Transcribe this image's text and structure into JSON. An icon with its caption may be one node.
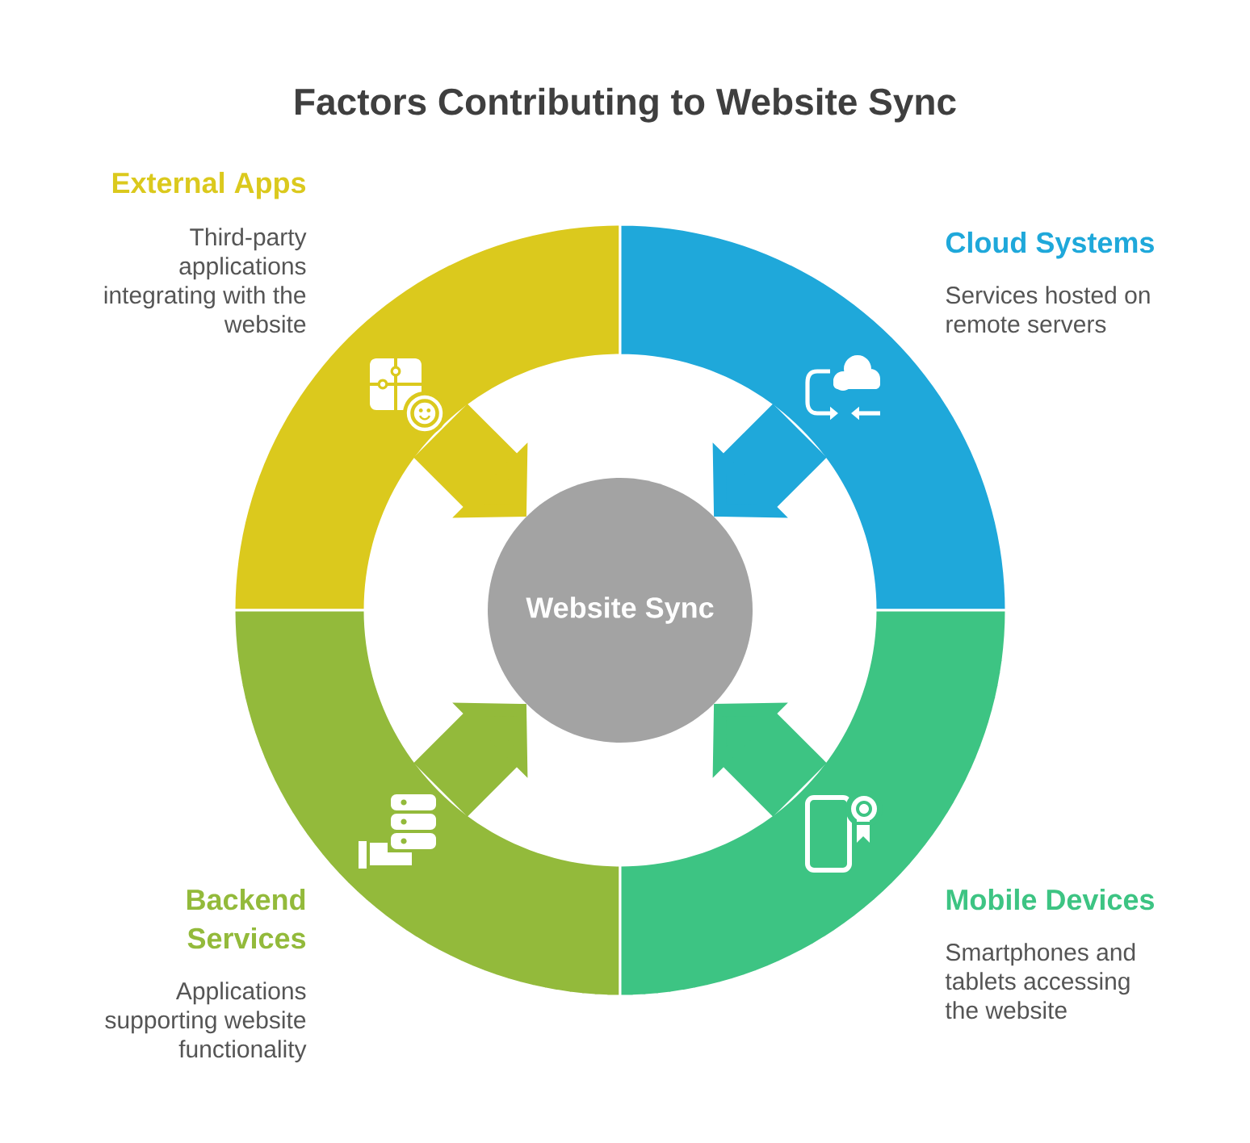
{
  "diagram": {
    "title": "Factors Contributing to Website Sync",
    "nodes": [
      {
        "text": [
          "External Apps",
          "Third-party applications integrating with the website"
        ]
      },
      {
        "text": [
          "Cloud Systems",
          "Services hosted on remote servers"
        ]
      },
      {
        "text": [
          "Website Sync"
        ]
      },
      {
        "text": [
          "Backend Services",
          "Applications supporting website functionality"
        ]
      },
      {
        "text": [
          "Mobile Devices",
          "Smartphones and tablets accessing the website"
        ]
      }
    ],
    "edges": [
      {
        "from": 0,
        "to": 2,
        "arrow": "to",
        "color": "#dbc91d"
      },
      {
        "from": 1,
        "to": 2,
        "arrow": "to",
        "color": "#1fa8da"
      },
      {
        "from": 3,
        "to": 2,
        "arrow": "to",
        "color": "#93ba3b"
      },
      {
        "from": 4,
        "to": 2,
        "arrow": "to",
        "color": "#3dc483"
      }
    ]
  }
}
